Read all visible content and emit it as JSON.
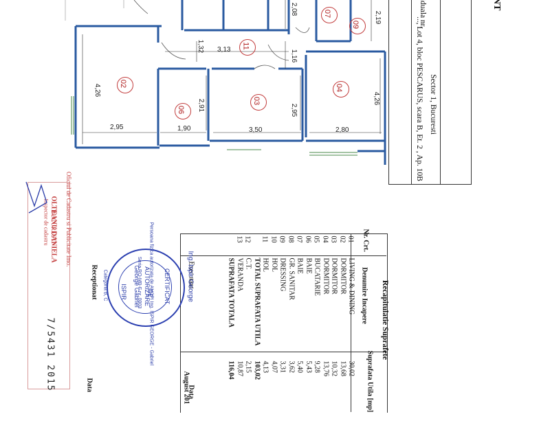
{
  "header": {
    "title_fragment": "NT",
    "address": "..., Lot 4, bloc PESCARUS, scara B, Et. 2 , Ap. 10B",
    "sector": "Sector 1, Bucuresti",
    "individuala": "ividuala nr."
  },
  "rooms": {
    "r02": "02",
    "r03": "03",
    "r04": "04",
    "r06": "06",
    "r07": "07",
    "r09": "09",
    "r11": "11"
  },
  "dims": {
    "d208": "2,08",
    "d219": "2,19",
    "d132": "1,32",
    "d313": "3,13",
    "d116": "1,16",
    "d426a": "4,26",
    "d291": "2,91",
    "d295v": "2,95",
    "d426b": "4,26",
    "d295h": "2,95",
    "d190": "1,90",
    "d350": "3,50",
    "d280": "2,80"
  },
  "table": {
    "title": "Recapitulatie Suprafete",
    "col_nr": "Nr. Crt.",
    "col_den": "Denumire Incapere",
    "col_sup": "Suprafata Utila [mp]",
    "rows": [
      {
        "nr": "01",
        "name": "LIVING & DINING",
        "area": "30,02"
      },
      {
        "nr": "02",
        "name": "DORMITOR",
        "area": "13,68"
      },
      {
        "nr": "03",
        "name": "DORMITOR",
        "area": "10,32"
      },
      {
        "nr": "04",
        "name": "DORMITOR",
        "area": "13,76"
      },
      {
        "nr": "05",
        "name": "BUCATARIE",
        "area": "9,28"
      },
      {
        "nr": "06",
        "name": "BAIE",
        "area": "5,43"
      },
      {
        "nr": "07",
        "name": "BAIE",
        "area": "5,40"
      },
      {
        "nr": "08",
        "name": "GR. SANITAR",
        "area": "3,62"
      },
      {
        "nr": "09",
        "name": "DRESSING",
        "area": "3,31"
      },
      {
        "nr": "10",
        "name": "HOL",
        "area": "4,07"
      },
      {
        "nr": "11",
        "name": "HOL",
        "area": "4,13"
      }
    ],
    "total_util_label": "TOTAL SUPRAFATA UTILA",
    "total_util": "103,02",
    "extra_rows": [
      {
        "nr": "12",
        "name": "C.T.",
        "area": "2,15"
      },
      {
        "nr": "13",
        "name": "VERANDA",
        "area": "10,87"
      }
    ],
    "total_label": "SUPRAFATA TOTALA",
    "total": "116,04",
    "exec_label": "Executant",
    "exec_name": "Ing. Ispir George",
    "data_label": "Data",
    "exec_date": "August 201",
    "recep_label": "Receptionat",
    "recep_data_label": "Data"
  },
  "stamps": {
    "round_outer": "Persoana fizica autorizata de ANCPI Ing. ISPIR GEORGE - Gabriel",
    "round_c1": "CERTIFICAT",
    "round_c2": "DE",
    "round_c3": "AUTORIZARE",
    "round_c4": "Seria RO-MB-F nr. 0003",
    "round_c5": "George Gabriel",
    "round_c6": "ISPIR",
    "round_c7": "Categoria B, C",
    "ocpi_line1": "Oficiul de Cadastru si Publicitate Imo.",
    "ocpi_line2": "BUCURESTI",
    "ocpi_line3": "OLTEANU DANIELA",
    "ocpi_line4": "Inspector de cadastru",
    "handwritten_number": "7/5431 2015"
  }
}
